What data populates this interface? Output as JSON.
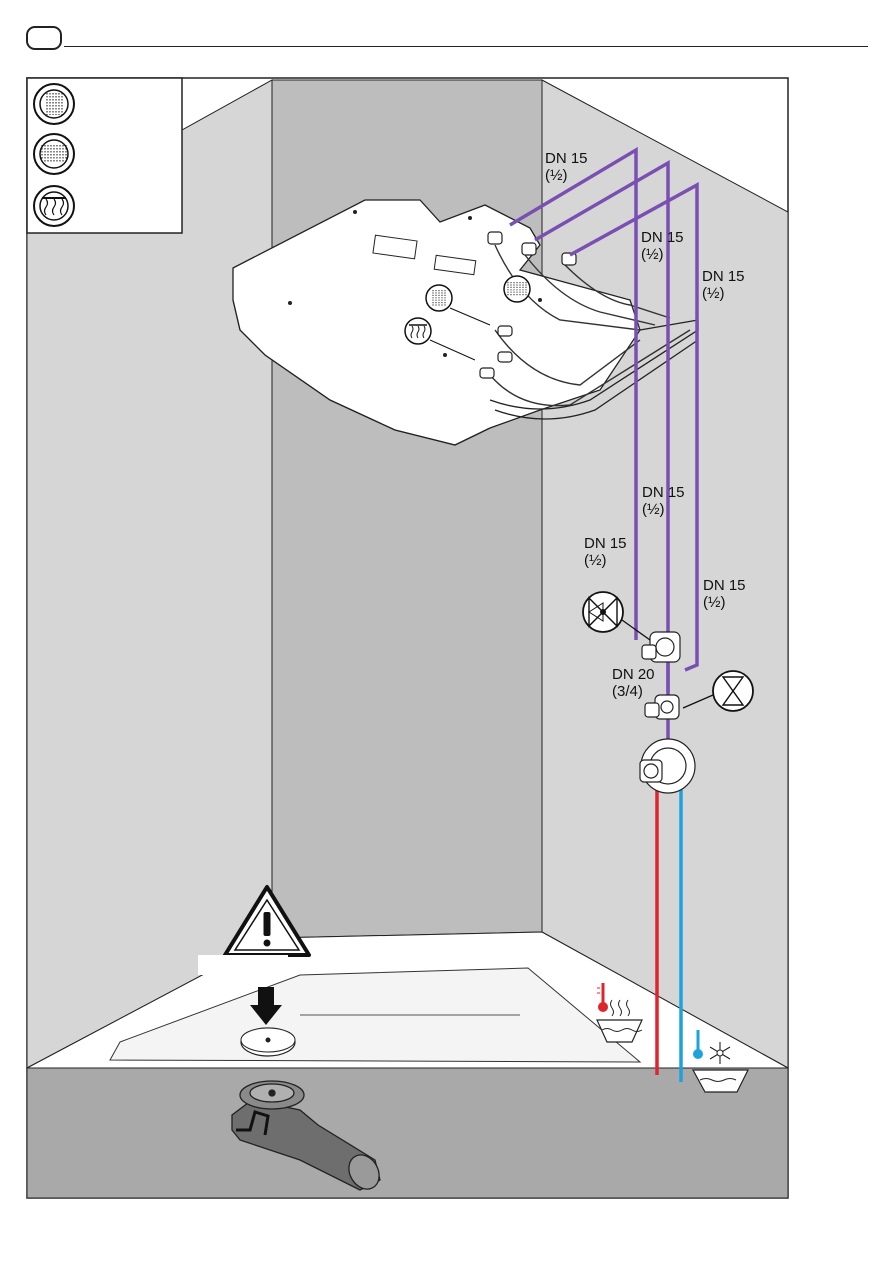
{
  "legend": {
    "items": [
      {
        "icon": "rain-spray-icon"
      },
      {
        "icon": "wide-rain-spray-icon"
      },
      {
        "icon": "massage-jet-spray-icon"
      }
    ]
  },
  "pipe_labels": [
    {
      "id": "dn15-top",
      "size": "DN 15",
      "inch": "(½)"
    },
    {
      "id": "dn15-mid-a",
      "size": "DN 15",
      "inch": "(½)"
    },
    {
      "id": "dn15-right-a",
      "size": "DN 15",
      "inch": "(½)"
    },
    {
      "id": "dn15-mid-b",
      "size": "DN 15",
      "inch": "(½)"
    },
    {
      "id": "dn15-left-b",
      "size": "DN 15",
      "inch": "(½)"
    },
    {
      "id": "dn15-right-b",
      "size": "DN 15",
      "inch": "(½)"
    },
    {
      "id": "dn20",
      "size": "DN 20",
      "inch": "(3/4)"
    }
  ],
  "colors": {
    "pipe_purple": "#7a4fb2",
    "hot_supply": "#e0242c",
    "cold_supply": "#1da3dc",
    "wall_light": "#d6d6d6",
    "wall_dark": "#bdbdbd",
    "floor": "#a9a9a9",
    "warning_fill": "#ffffff"
  },
  "icons": {
    "warning": "warning-triangle-icon",
    "drain_arrow": "down-arrow-icon",
    "hot_water": "hot-water-thermometer-icon",
    "cold_water": "cold-water-snowflake-icon",
    "stop_valve_a": "stop-valve-icon",
    "stop_valve_b": "diverter-valve-icon"
  }
}
